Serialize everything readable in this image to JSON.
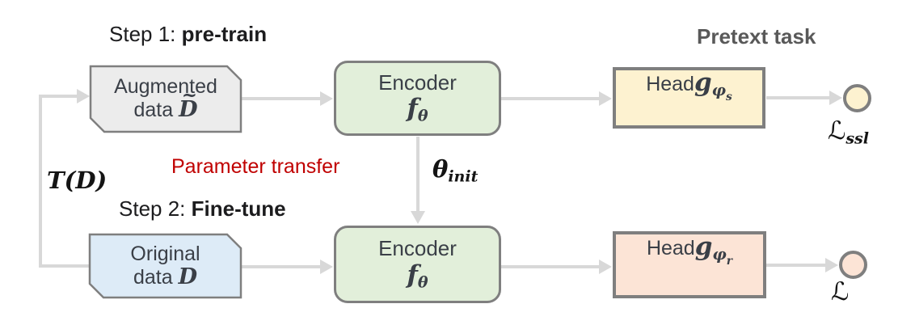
{
  "colors": {
    "arrow": "#d8d8d8",
    "node-border": "#7f7f7f",
    "augmented-fill": "#ececec",
    "original-fill": "#ddebf7",
    "encoder-fill": "#e2efda",
    "head-pretext-fill": "#fdf2d0",
    "head-task-fill": "#fce4d6",
    "accent-red": "#c00000",
    "title-color": "#1c1c1e",
    "pretext-color": "#595959",
    "node-text": "#3a3f47",
    "math-color": "#141414"
  },
  "titles": {
    "step1_prefix": "Step 1: ",
    "step1_bold": "pre-train",
    "step2_prefix": "Step 2: ",
    "step2_bold": "Fine-tune",
    "pretext_task": "Pretext task"
  },
  "labels": {
    "parameter_transfer": "Parameter transfer",
    "transform": {
      "symbol": "T",
      "args": "(D)"
    },
    "theta_init": {
      "symbol": "θ",
      "sub": "init"
    },
    "loss_ssl": {
      "symbol": "ℒ",
      "sub": "ssl"
    },
    "loss": {
      "symbol": "ℒ",
      "sub": ""
    }
  },
  "nodes": {
    "augmented_data": {
      "line1": "Augmented",
      "line2_prefix": "data ",
      "symbol": "D",
      "tilde": "~"
    },
    "original_data": {
      "line1": "Original",
      "line2_prefix": "data ",
      "symbol": "D"
    },
    "encoder_pretrain": {
      "line1": "Encoder",
      "symbol": "f",
      "sub": "θ"
    },
    "encoder_finetune": {
      "line1": "Encoder",
      "symbol": "f",
      "sub": "θ"
    },
    "head_pretext": {
      "prefix": "Head ",
      "symbol": "g",
      "sub": "φ",
      "subsub": "s"
    },
    "head_task": {
      "prefix": "Head ",
      "symbol": "g",
      "sub": "φ",
      "subsub": "r"
    }
  }
}
